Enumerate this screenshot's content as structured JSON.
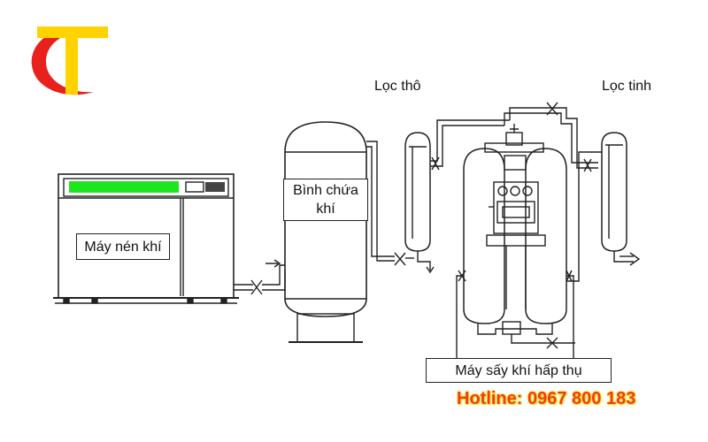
{
  "logo": {
    "text": "CT",
    "color_c": "#e8211c",
    "color_t": "#ffd200"
  },
  "labels": {
    "compressor": "Máy nén khí",
    "tank_line1": "Bình chứa",
    "tank_line2": "khí",
    "coarse_filter": "Lọc thô",
    "fine_filter": "Lọc tinh",
    "dryer": "Máy sấy khí hấp thụ"
  },
  "hotline": {
    "text": "Hotline: 0967 800 183",
    "color": "#f23a20",
    "glow": "#ffe000"
  },
  "colors": {
    "line": "#222222",
    "panel_green": "#1ee61e"
  }
}
